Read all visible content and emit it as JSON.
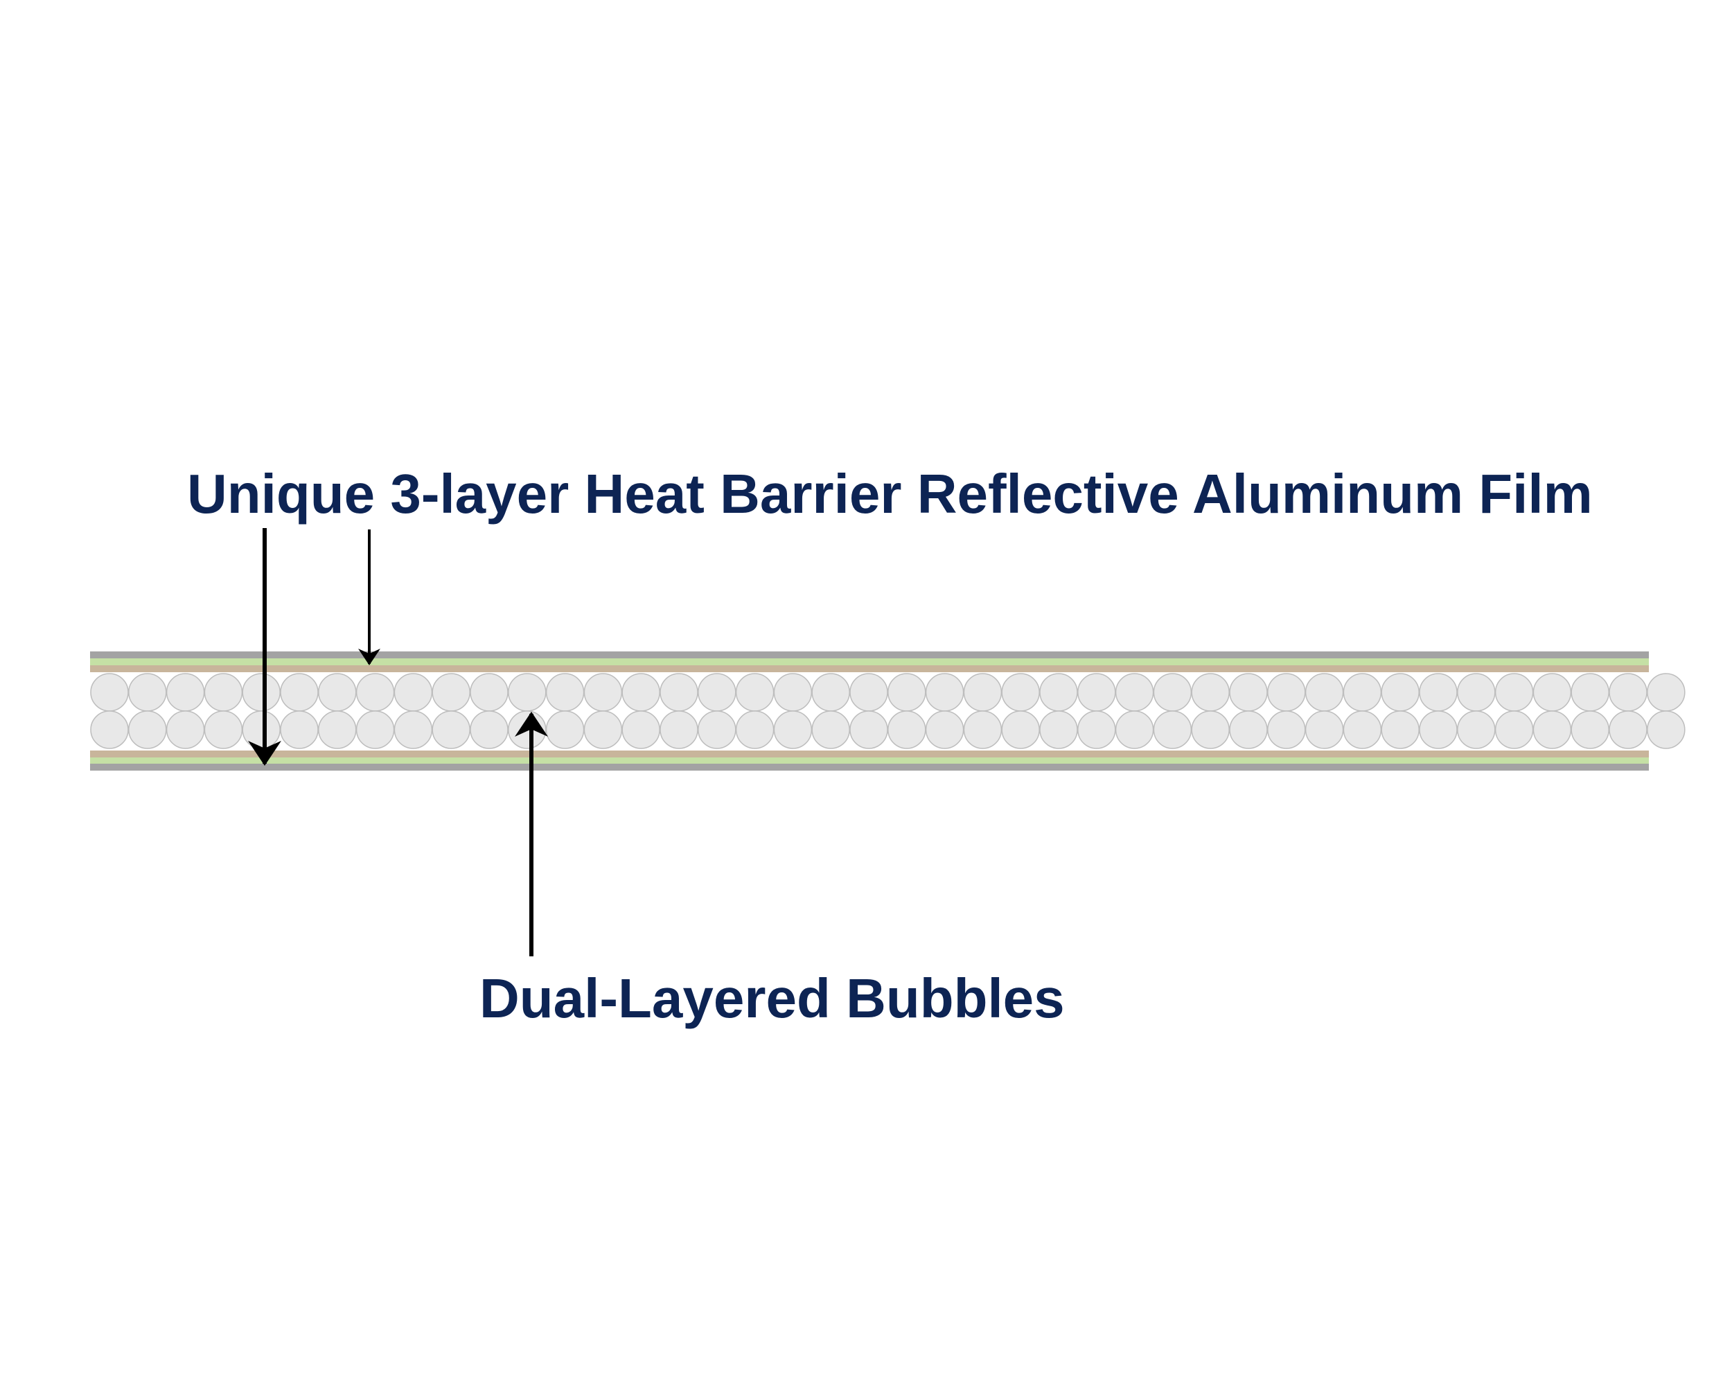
{
  "labels": {
    "film": "Unique 3-layer Heat Barrier Reflective Aluminum Film",
    "bubbles": "Dual-Layered Bubbles"
  },
  "colors": {
    "label_text": "#0d2454",
    "arrow": "#000000",
    "film_outer_gray": "#a3a3a3",
    "film_green": "#c5e0a5",
    "film_tan": "#c8b59b",
    "bubble_fill": "#e8e8e8",
    "bubble_stroke": "#bdbdbd",
    "background": "#ffffff"
  },
  "structure": {
    "bubble_rows": 2,
    "bubbles_per_row": 42
  }
}
